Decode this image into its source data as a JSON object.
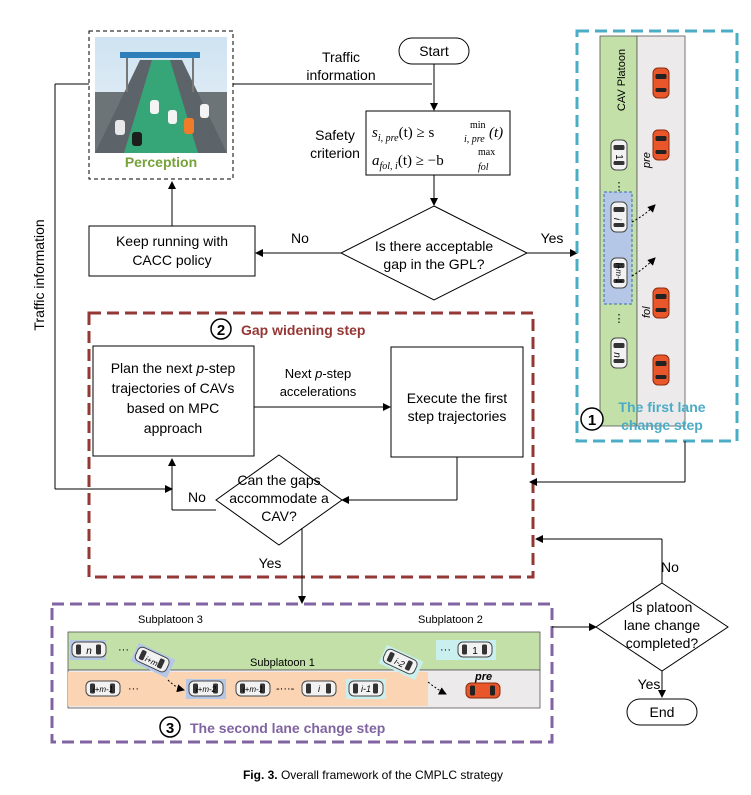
{
  "caption": {
    "fig": "Fig. 3.",
    "text": " Overall framework of the CMPLC strategy"
  },
  "perception": {
    "label": "Perception"
  },
  "start": {
    "label": "Start"
  },
  "end": {
    "label": "End"
  },
  "traffic_info_top": {
    "line1": "Traffic",
    "line2": "information"
  },
  "traffic_info_left": {
    "label": "Traffic information"
  },
  "safety": {
    "line1": "Safety",
    "line2": "criterion",
    "eq1_lhs": "s",
    "eq1_lhs_sub": "i, pre",
    "eq1_mid": "(t) ≥ s",
    "eq1_rhs_sup": "min",
    "eq1_rhs_sub": "i, pre",
    "eq1_end": "(t)",
    "eq2_lhs": "a",
    "eq2_lhs_sub": "fol, i",
    "eq2_mid": "(t) ≥ −b",
    "eq2_rhs_sup": "max",
    "eq2_rhs_sub": "fol"
  },
  "decision_gap": {
    "line1": "Is there acceptable",
    "line2": "gap in the GPL?"
  },
  "decision_gap_no": "No",
  "decision_gap_yes": "Yes",
  "keep_running": {
    "line1": "Keep running with",
    "line2": "CACC policy"
  },
  "step2": {
    "num": "2",
    "title": "Gap widening step"
  },
  "plan_box": {
    "line1a": "Plan the next ",
    "line1b": "p",
    "line1c": "-step",
    "line2": "trajectories of CAVs",
    "line3": "based on MPC",
    "line4": "approach"
  },
  "next_accel": {
    "line1a": "Next ",
    "line1b": "p",
    "line1c": "-step",
    "line2": "accelerations"
  },
  "execute_box": {
    "line1": "Execute the first",
    "line2": "step trajectories"
  },
  "decision_accommodate": {
    "line1": "Can the gaps",
    "line2": "accommodate a",
    "line3": "CAV?"
  },
  "decision_accommodate_no": "No",
  "decision_accommodate_yes": "Yes",
  "step1": {
    "num": "1",
    "title_line1": "The first lane",
    "title_line2": "change step",
    "platoon_label": "CAV Platoon",
    "pre": "pre",
    "fol": "fol",
    "car_labels": [
      "1",
      "i",
      "i+m-1",
      "n"
    ]
  },
  "step3": {
    "num": "3",
    "title": "The second lane change step",
    "subplatoon1": "Subplatoon 1",
    "subplatoon2": "Subplatoon 2",
    "subplatoon3": "Subplatoon 3",
    "pre": "pre",
    "top_cars": [
      "n",
      "i+m",
      "i-2",
      "1"
    ],
    "bottom_cars": [
      "i+m-1",
      "i+m-2",
      "i+m-1",
      "i",
      "i-1"
    ]
  },
  "decision_complete": {
    "line1": "Is platoon",
    "line2": "lane change",
    "line3": "completed?"
  },
  "decision_complete_no": "No",
  "decision_complete_yes": "Yes",
  "colors": {
    "step1_border": "#4bacc6",
    "step2_border": "#953735",
    "step3_border": "#8064a2",
    "green_lane": "#c3e0a8",
    "orange_lane": "#fbd4b4",
    "car_orange": "#e8562a",
    "highlight_blue": "#b4c7e7",
    "perception_green": "#77a23b"
  }
}
